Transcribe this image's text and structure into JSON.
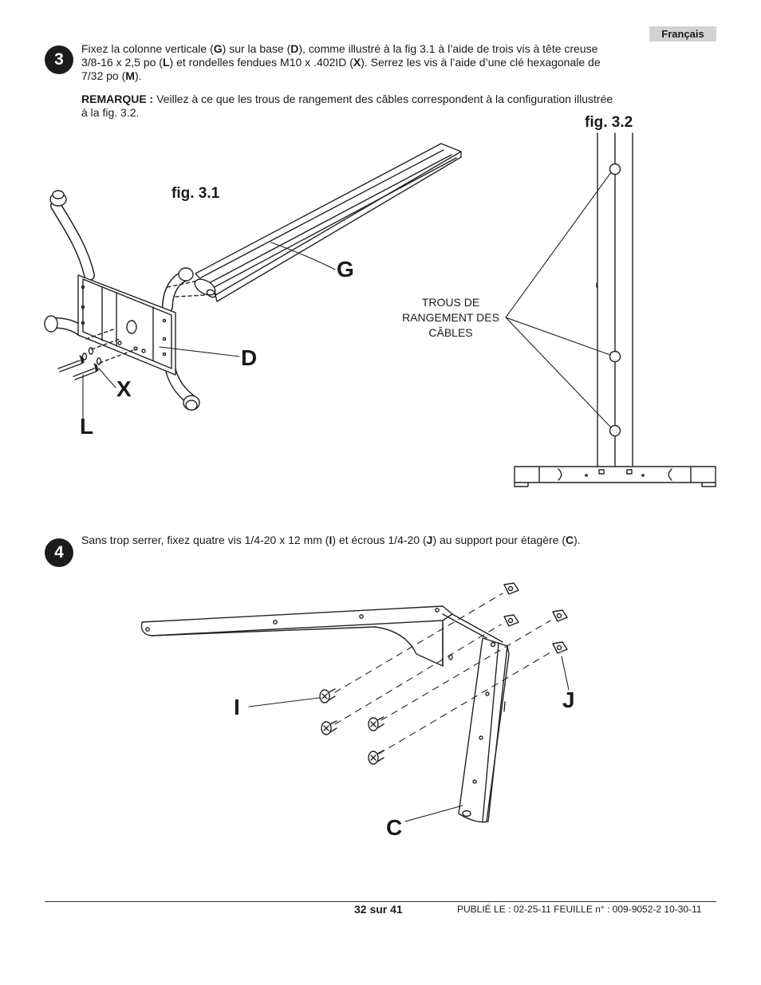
{
  "language_tab": "Français",
  "step3": {
    "number": "3",
    "line1_a": "Fixez la colonne verticale (",
    "line1_b": "G",
    "line1_c": ") sur la base (",
    "line1_d": "D",
    "line1_e": "), comme illustré à la fig 3.1 à l’aide de trois vis à tête creuse",
    "line2_a": "3/8-16 x 2,5 po (",
    "line2_b": "L",
    "line2_c": ") et rondelles fendues M10 x .402ID (",
    "line2_d": "X",
    "line2_e": "). Serrez les vis à l’aide d’une clé hexagonale de",
    "line3_a": "7/32 po (",
    "line3_b": "M",
    "line3_c": ").",
    "note_label": "REMARQUE :",
    "note_line1": " Veillez à ce que les trous de rangement des câbles correspondent à la configuration illustrée",
    "note_line2": "à la fig. 3.2."
  },
  "fig31": {
    "title": "fig. 3.1",
    "callouts": {
      "G": "G",
      "D": "D",
      "X": "X",
      "L": "L"
    }
  },
  "fig32": {
    "title": "fig. 3.2",
    "label_line1": "TROUS DE",
    "label_line2": "RANGEMENT DES",
    "label_line3": "CÂBLES"
  },
  "step4": {
    "number": "4",
    "text_a": "Sans trop serrer, fixez quatre vis 1/4-20 x 12 mm (",
    "text_b": "I",
    "text_c": ") et écrous 1/4-20 (",
    "text_d": "J",
    "text_e": ") au support pour étagère (",
    "text_f": "C",
    "text_g": ").",
    "callouts": {
      "I": "I",
      "J": "J",
      "C": "C"
    }
  },
  "footer": {
    "page": "32 sur 41",
    "published": "PUBLIÉ LE : 02-25-11  FEUILLE n° : 009-9052-2  10-30-11"
  }
}
